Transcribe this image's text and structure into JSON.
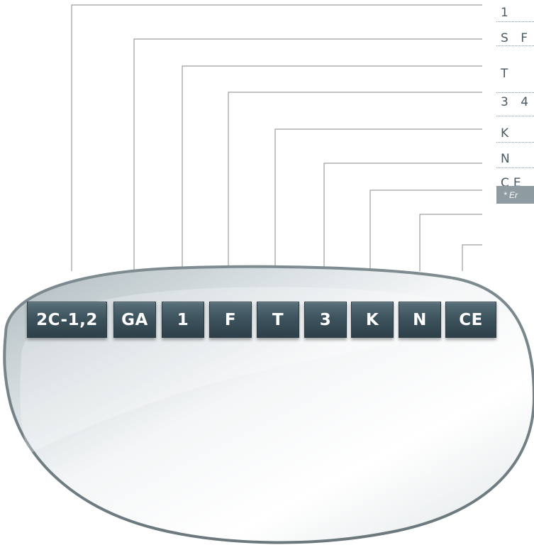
{
  "badges": [
    "2C-1,2",
    "GA",
    "1",
    "F",
    "T",
    "3",
    "K",
    "N",
    "CE"
  ],
  "legend": [
    "1",
    "S F",
    "T",
    "3 4",
    "K",
    "N",
    "CE"
  ],
  "note": "* Er",
  "colors": {
    "badge_fill": "#3d535d",
    "leader_line": "#8a8a8a",
    "legend_text": "#4a5a62",
    "note_fill": "#8e9ba0"
  }
}
